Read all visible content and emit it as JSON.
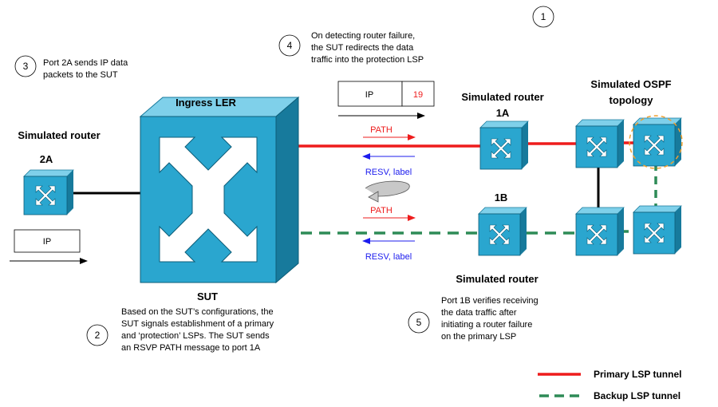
{
  "colors": {
    "primary": "#ee1c1c",
    "backup": "#2e8b57",
    "router_face": "#2aa6cf",
    "router_dark": "#177a9c",
    "router_light": "#7fd0ea",
    "label_blue": "#1c1cee",
    "highlight_circle": "#f0a030"
  },
  "labels": {
    "top_number": "1",
    "ingress_ler": "Ingress LER",
    "sut": "SUT",
    "sim_router_2a_title": "Simulated router",
    "router_2a": "2A",
    "sim_router_1a_title": "Simulated router",
    "router_1a": "1A",
    "router_1b": "1B",
    "sim_router_1b_title": "Simulated router",
    "ospf_line1": "Simulated OSPF",
    "ospf_line2": "topology"
  },
  "steps": {
    "s3": {
      "num": "3",
      "lines": [
        "Port 2A sends IP data",
        "packets to the SUT"
      ]
    },
    "s4": {
      "num": "4",
      "lines": [
        "On detecting router failure,",
        "the SUT redirects the data",
        "traffic into the protection LSP"
      ]
    },
    "s2": {
      "num": "2",
      "lines": [
        "Based on the SUT’s configurations, the",
        "SUT signals establishment of a primary",
        "and ‘protection’ LSPs. The SUT sends",
        "an RSVP PATH message to port 1A"
      ]
    },
    "s5": {
      "num": "5",
      "lines": [
        "Port 1B verifies receiving",
        "the data traffic after",
        "initiating a router failure",
        "on the primary LSP"
      ]
    }
  },
  "packets": {
    "top": {
      "ip": "IP",
      "label": "19"
    },
    "bottom": {
      "ip": "IP"
    }
  },
  "signals": {
    "path_top": "PATH",
    "resv_top": "RESV, label",
    "path_bottom": "PATH",
    "resv_bottom": "RESV, label"
  },
  "legend": {
    "primary": "Primary LSP tunnel",
    "backup": "Backup LSP tunnel"
  }
}
